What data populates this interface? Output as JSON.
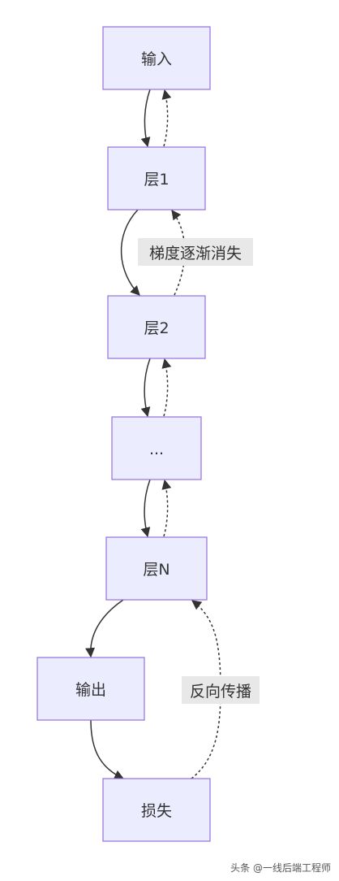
{
  "nodes": {
    "input": "输入",
    "layer1": "层1",
    "layer2": "层2",
    "ellipsis": "...",
    "layerN": "层N",
    "output": "输出",
    "loss": "损失"
  },
  "edge_labels": {
    "vanishing": "梯度逐渐消失",
    "backprop": "反向传播"
  },
  "watermark": "头条 @一线后端工程师",
  "colors": {
    "node_fill": "#ececff",
    "node_border": "#9370db",
    "edge": "#333333",
    "label_bg": "#e8e8e8"
  }
}
